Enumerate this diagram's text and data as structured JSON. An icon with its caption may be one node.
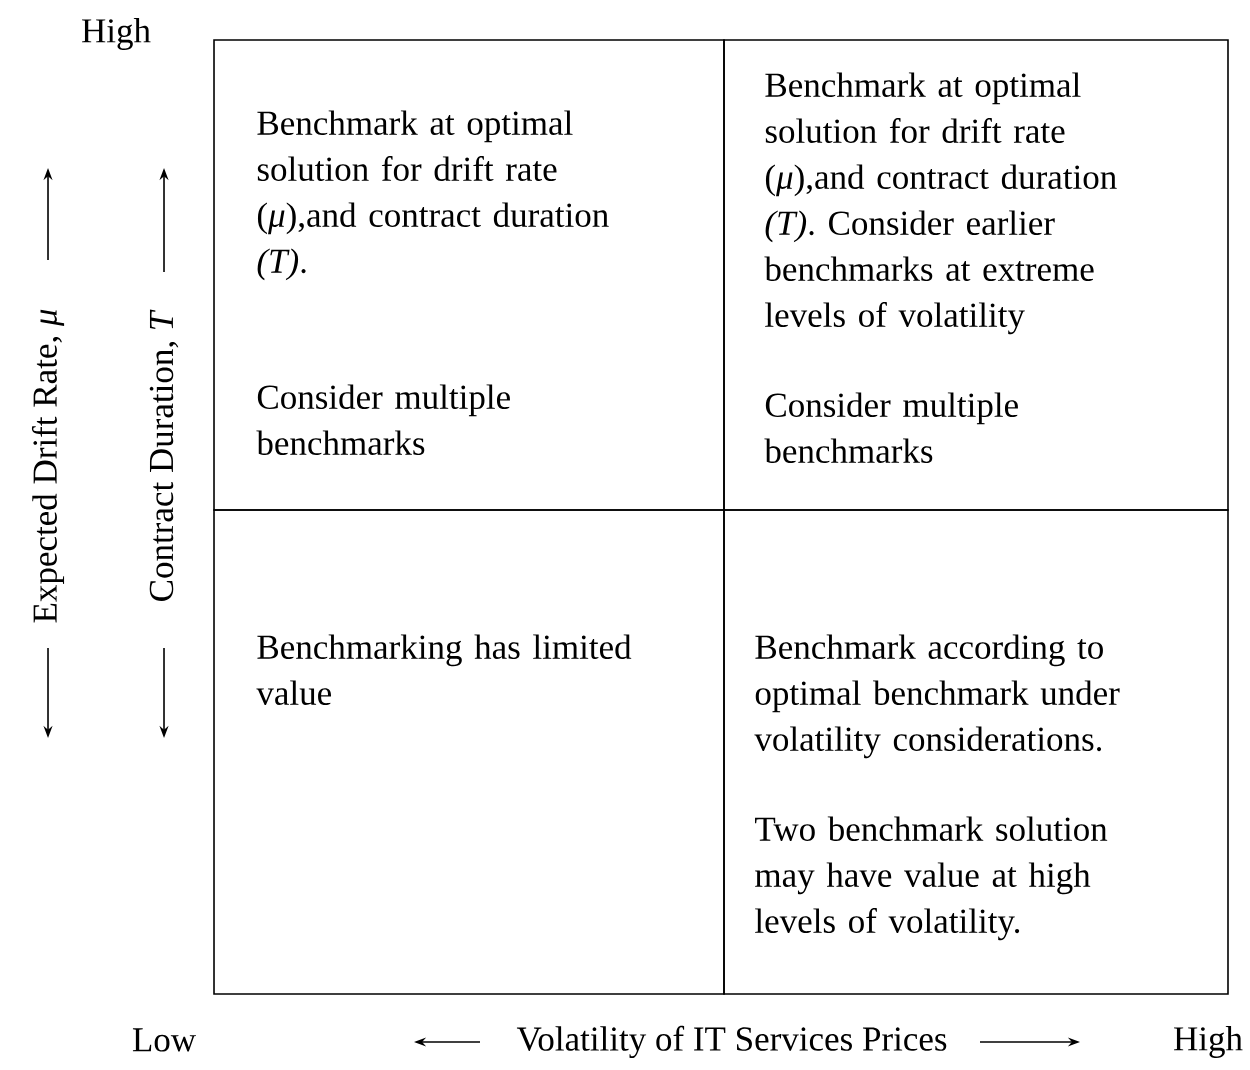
{
  "diagram": {
    "nodes": [
      {
        "text": [
          "Benchmark at optimal solution for drift rate (*μ*),and contract duration *(T)*.",
          "Consider multiple benchmarks"
        ]
      },
      {
        "text": [
          "Benchmark at optimal solution for drift rate (*μ*),and contract duration *(T)*. Consider earlier benchmarks at extreme levels of volatility",
          "Consider multiple benchmarks"
        ]
      },
      {
        "text": [
          "Benchmarking has limited value"
        ]
      },
      {
        "text": [
          "Benchmark according to optimal benchmark under volatility considerations.",
          "Two benchmark solution may have value at high levels of volatility."
        ]
      }
    ],
    "labels": [
      "High",
      "Expected Drift Rate, *μ*",
      "Contract Duration, *T*",
      "Low",
      "Volatility of IT Services Prices",
      "High"
    ]
  }
}
